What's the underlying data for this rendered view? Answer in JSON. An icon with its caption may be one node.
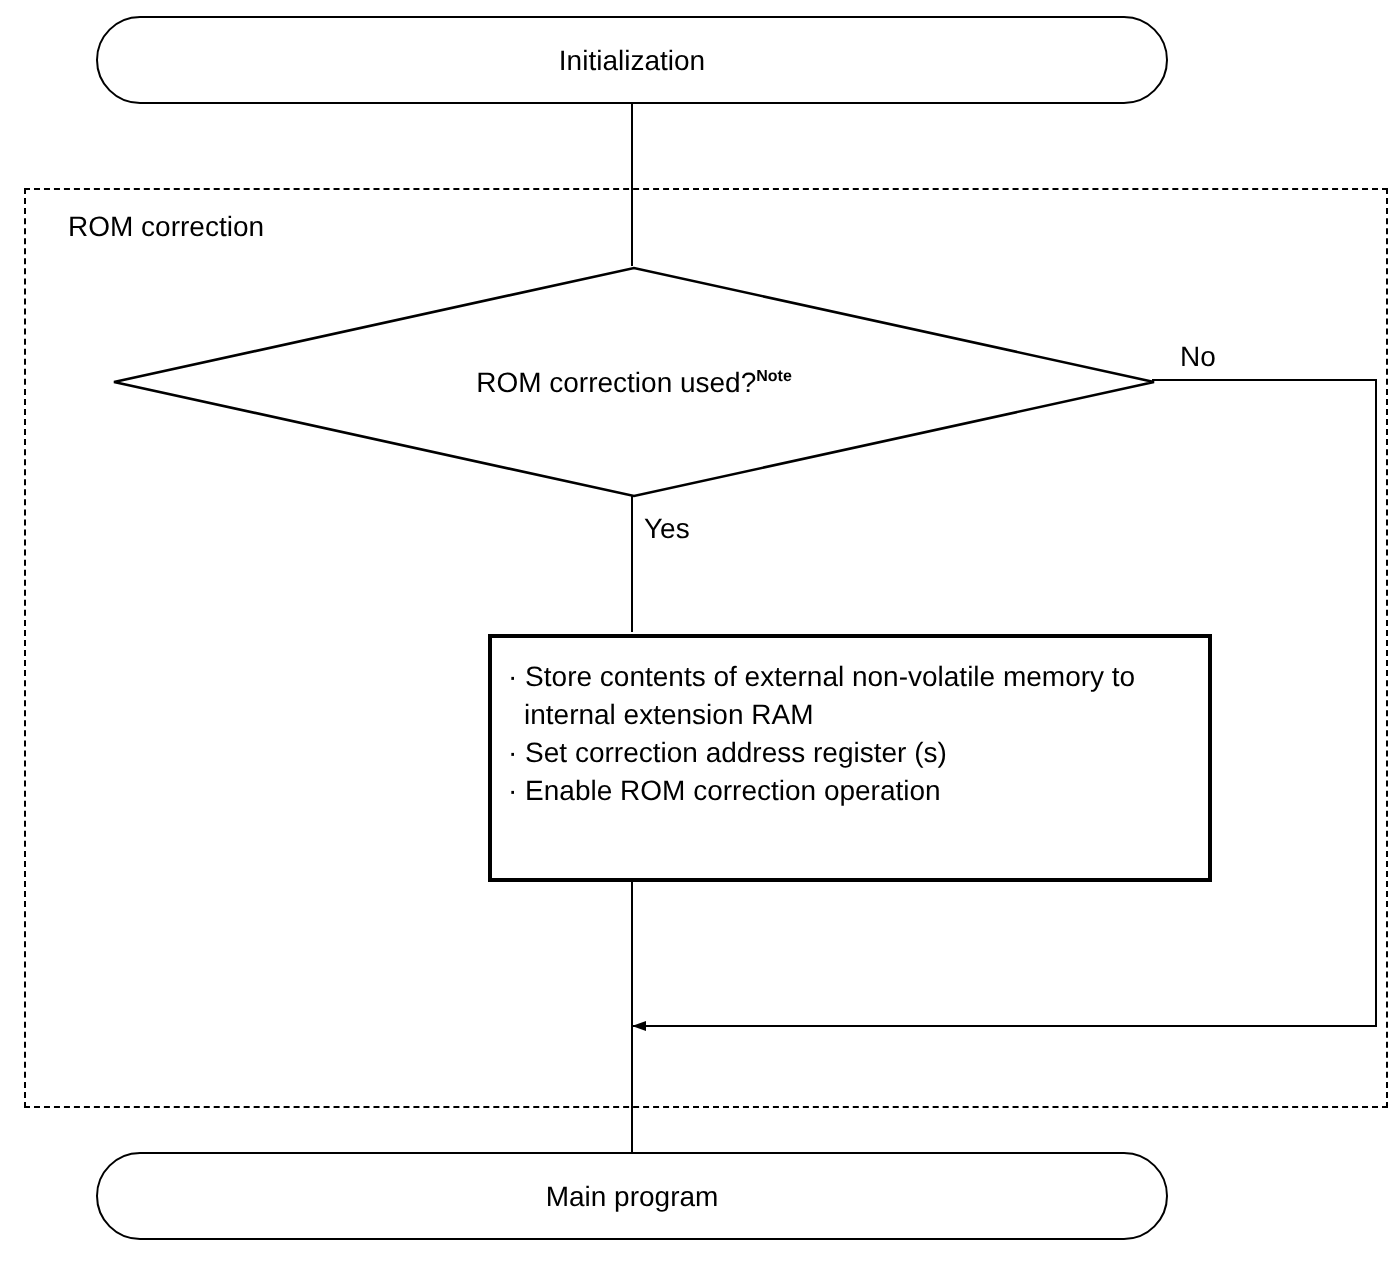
{
  "diagram": {
    "nodes": [
      {
        "text": [
          "Initialization"
        ]
      },
      {
        "text": [
          "ROM correction"
        ]
      },
      {
        "text": [
          "ROM correction used?$^{Note}$"
        ],
        "in": 1
      },
      {
        "text": [
          "· Store contents of external non-volatile memory to internal extension RAM",
          "· Set correction address register (s)",
          "· Enable ROM correction operation"
        ],
        "in": 1
      },
      {
        "text": [
          "Main program"
        ]
      }
    ],
    "edges": [
      {
        "from": 0,
        "to": 2,
        "arrow": "none"
      },
      {
        "from": 2,
        "to": 3,
        "arrow": "none",
        "label": "Yes"
      },
      {
        "from": 2,
        "to": 4,
        "arrow": "to",
        "label": "No"
      },
      {
        "from": 3,
        "to": 4,
        "arrow": "none"
      }
    ]
  }
}
